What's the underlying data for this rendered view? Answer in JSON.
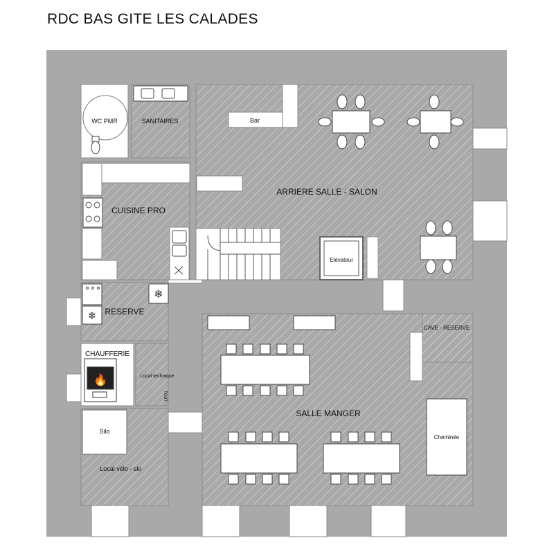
{
  "title": "RDC BAS GITE LES CALADES",
  "colors": {
    "wall": "#a9a9a9",
    "floor": "#ffffff",
    "hatch": "#dadada",
    "line": "#555555"
  },
  "rooms": {
    "wc_pmr": "WC PMR",
    "sanitaires": "SANITAIRES",
    "bar": "Bar",
    "arriere_salle": "ARRIERE SALLE - SALON",
    "cuisine_pro": "CUISINE PRO",
    "elevateur": "Elévateur",
    "reserve": "RESERVE",
    "cave_reserve": "CAVE - RESERVE",
    "chaufferie": "CHAUFFERIE",
    "local_technique": "Local technique",
    "tgbt": "TGBT",
    "salle_manger": "SALLE MANGER",
    "silo": "Silo",
    "cheminee": "Cheminée",
    "local_velo_ski": "Local vélo - ski"
  },
  "icons": [
    "toilet-icon",
    "sink-icon",
    "stove-icon",
    "snowflake-icon",
    "fire-icon",
    "staircase-icon"
  ]
}
